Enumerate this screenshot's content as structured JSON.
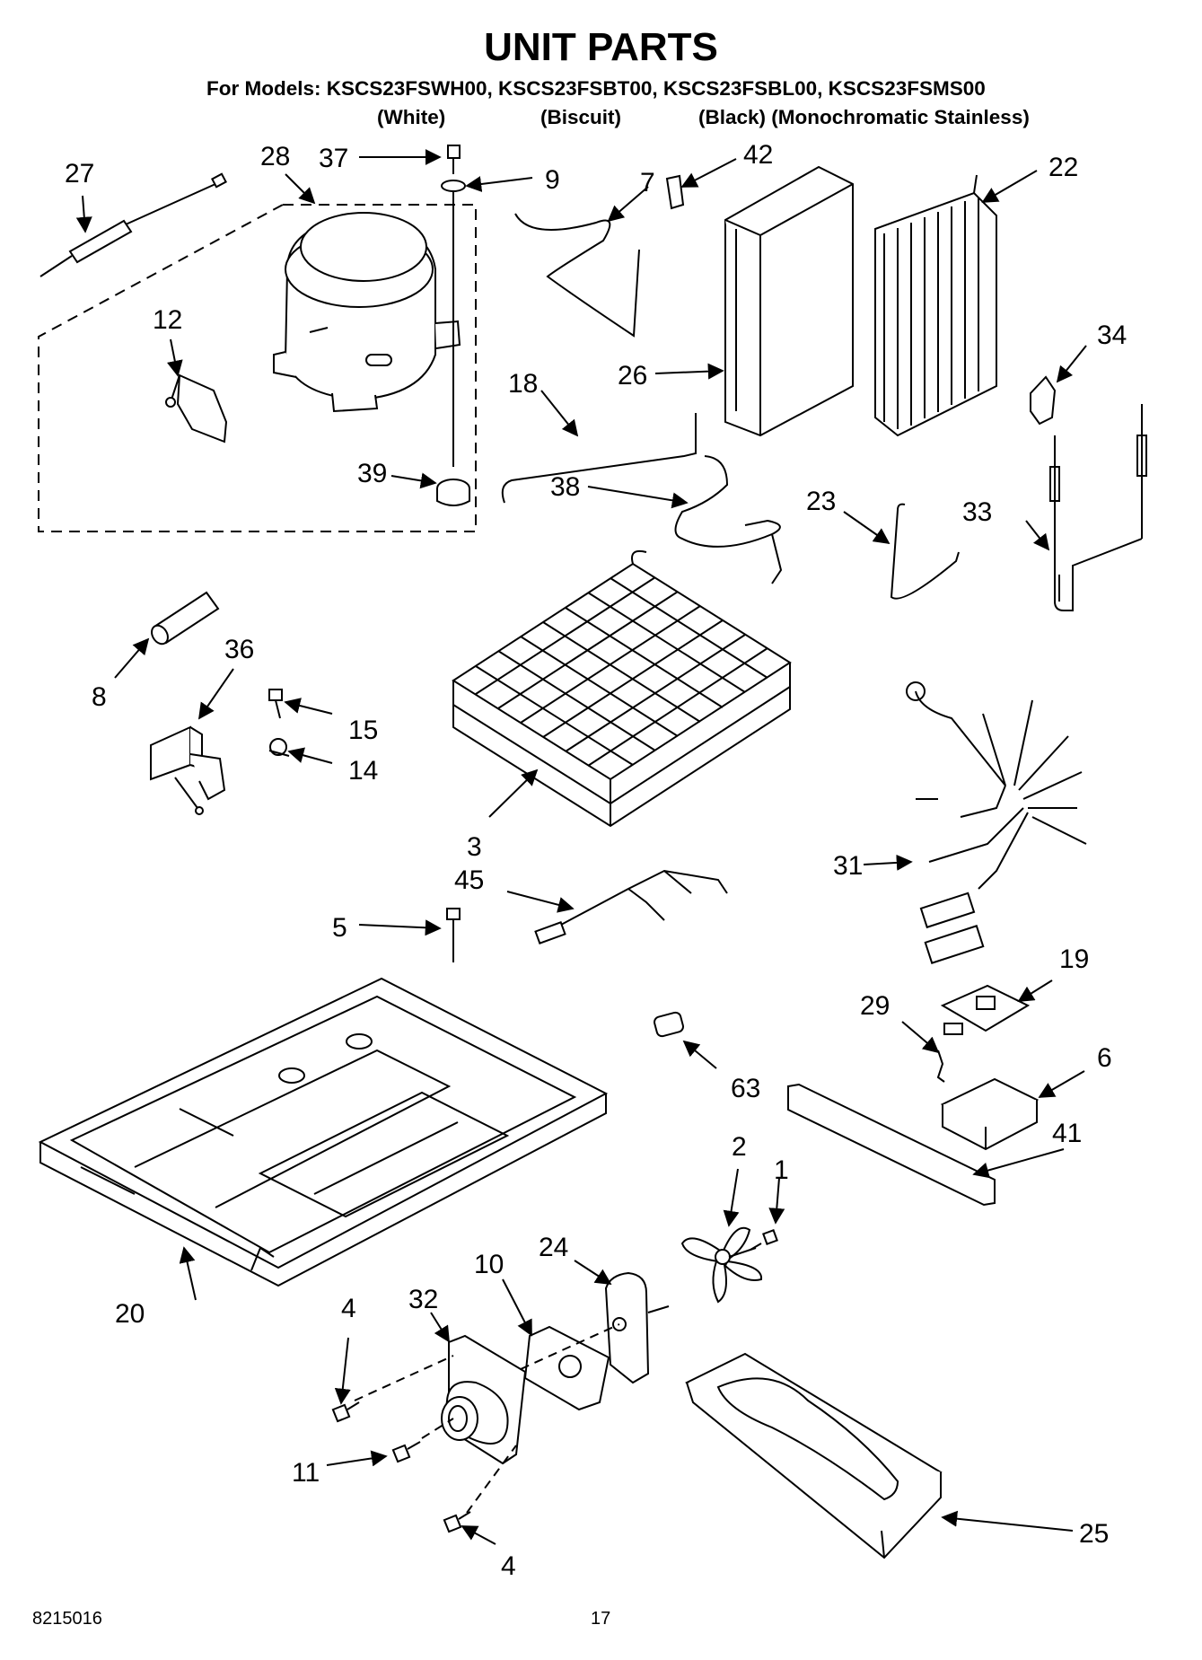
{
  "header": {
    "title": "UNIT PARTS",
    "models_line": "For Models: KSCS23FSWH00, KSCS23FSBT00, KSCS23FSBL00, KSCS23FSMS00",
    "variants": [
      "(White)",
      "(Biscuit)",
      "(Black) (Monochromatic Stainless)"
    ]
  },
  "callouts": [
    "27",
    "28",
    "37",
    "9",
    "7",
    "42",
    "22",
    "12",
    "34",
    "18",
    "26",
    "39",
    "38",
    "23",
    "33",
    "36",
    "8",
    "15",
    "14",
    "3",
    "31",
    "45",
    "5",
    "19",
    "29",
    "6",
    "63",
    "41",
    "2",
    "1",
    "24",
    "10",
    "32",
    "4",
    "20",
    "11",
    "4",
    "25"
  ],
  "footer": {
    "doc_number": "8215016",
    "page_number": "17"
  }
}
